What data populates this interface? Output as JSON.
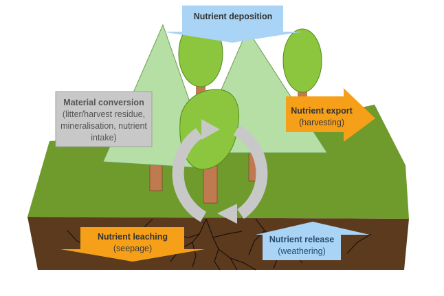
{
  "flows": {
    "deposition": {
      "title": "Nutrient deposition",
      "color": "#a9d4f5"
    },
    "export": {
      "title": "Nutrient export",
      "subtitle": "(harvesting)",
      "color": "#f6a019"
    },
    "conversion": {
      "title": "Material conversion",
      "subtitle": "(litter/harvest residue, mineralisation, nutrient intake)",
      "color": "#c8c8c8"
    },
    "leaching": {
      "title": "Nutrient leaching",
      "subtitle": "(seepage)",
      "color": "#f6a019"
    },
    "release": {
      "title": "Nutrient release",
      "subtitle": "(weathering)",
      "color": "#a9d4f5"
    }
  },
  "colors": {
    "ground": "#6f9a2c",
    "soil": "#5b3a1e",
    "conifer": "#b6dfa5",
    "deciduous_crown": "#8cc63f",
    "trunk": "#c07a50",
    "cycle": "#c8c8c8"
  }
}
